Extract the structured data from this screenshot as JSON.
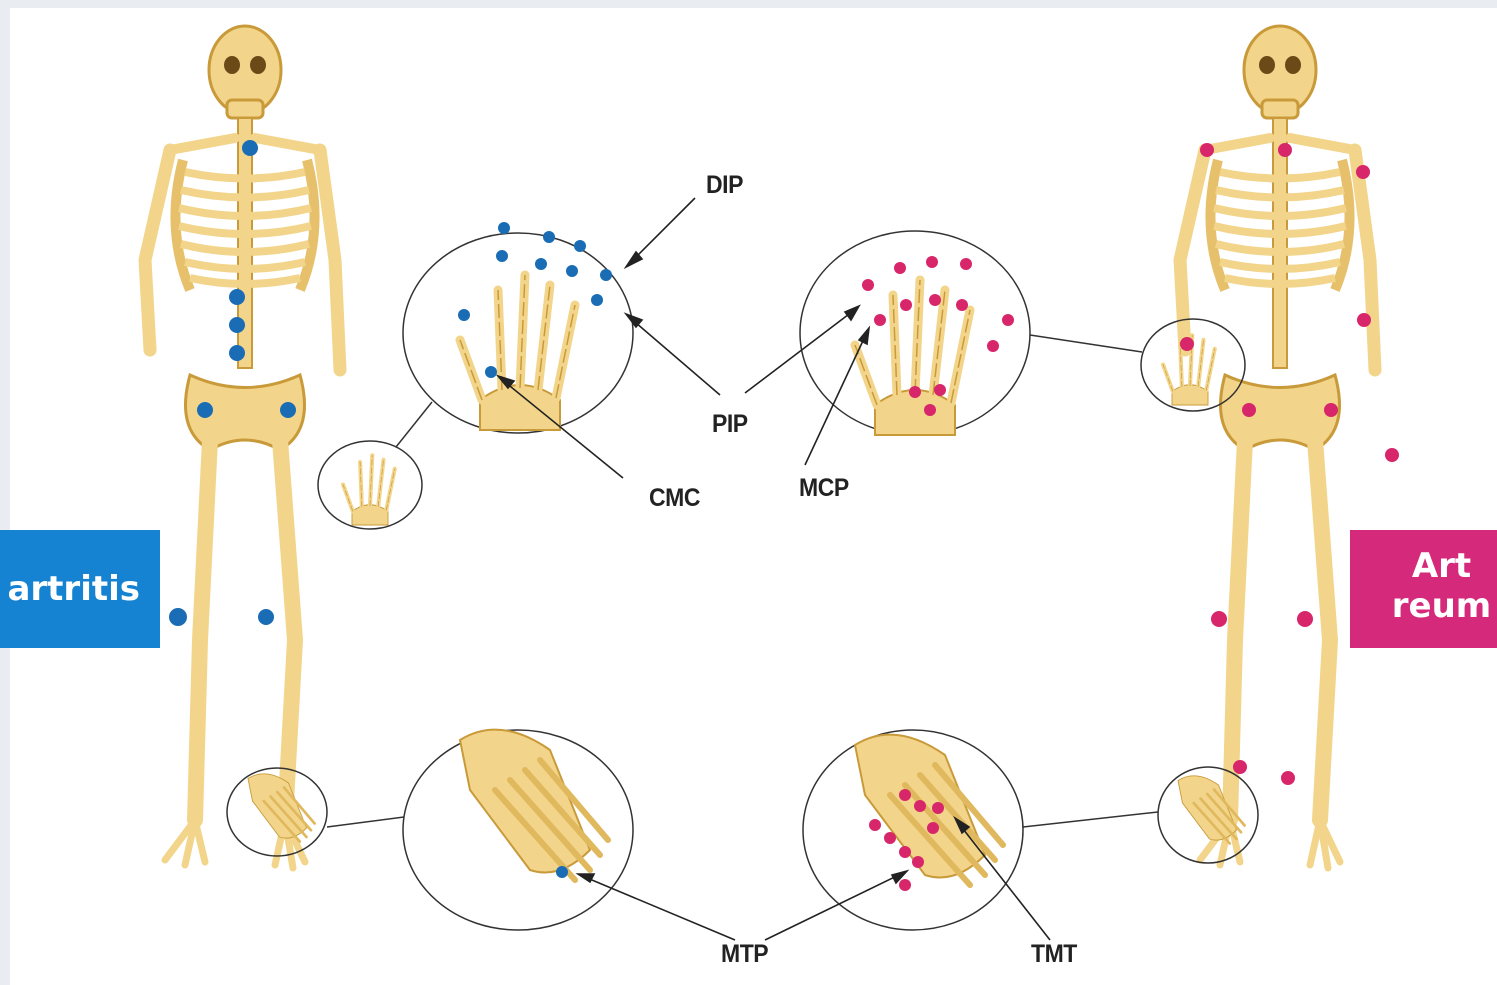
{
  "colors": {
    "bone": "#f2d58a",
    "bone_shadow": "#c99a3a",
    "oa_marker": "#1a6db5",
    "ra_marker": "#d8266a",
    "oa_label_bg": "#1582d2",
    "ra_label_bg": "#d52a7b"
  },
  "labels": {
    "dip": "DIP",
    "pip": "PIP",
    "cmc": "CMC",
    "mcp": "MCP",
    "mtp": "MTP",
    "tmt": "TMT"
  },
  "tags": {
    "left_text": "artritis",
    "right_line1": "Art",
    "right_line2": "reum"
  },
  "icons": {
    "skeleton_left": "skeleton-icon",
    "skeleton_right": "skeleton-icon",
    "hand": "hand-bones-icon",
    "foot": "foot-bones-icon"
  }
}
